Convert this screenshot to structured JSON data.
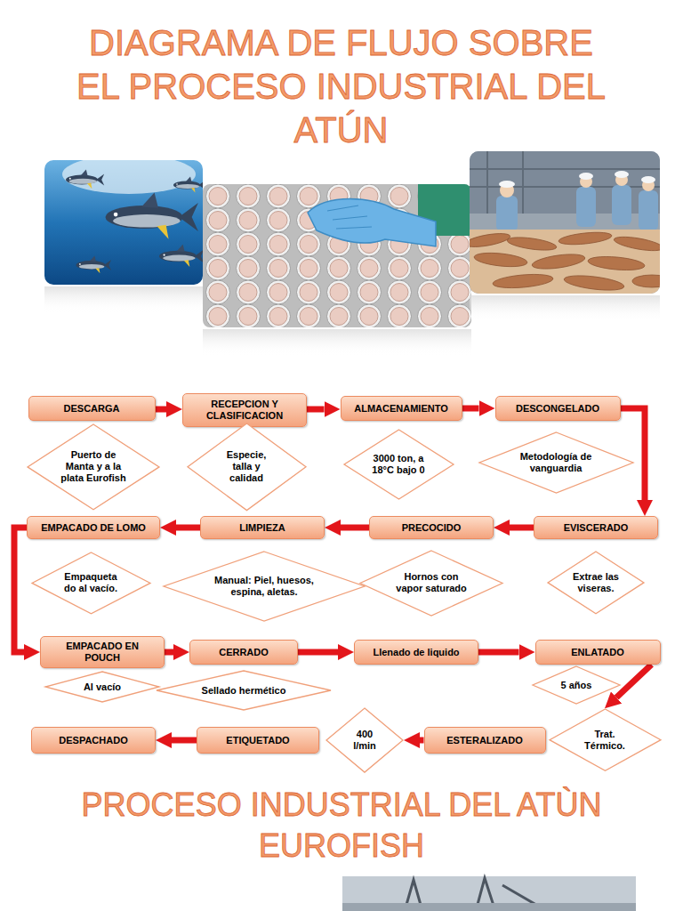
{
  "diagram": {
    "title": "DIAGRAMA DE FLUJO SOBRE EL PROCESO INDUSTRIAL DEL ATÚN",
    "nodes": [
      {
        "text": [
          "DESCARGA"
        ]
      },
      {
        "text": [
          "RECEPCION Y CLASIFICACION"
        ]
      },
      {
        "text": [
          "ALMACENAMIENTO"
        ]
      },
      {
        "text": [
          "DESCONGELADO"
        ]
      },
      {
        "text": [
          "Puerto de Manta y a la plata Eurofish"
        ]
      },
      {
        "text": [
          "Especie, talla y calidad"
        ]
      },
      {
        "text": [
          "3000 ton, a 18°C bajo 0"
        ]
      },
      {
        "text": [
          "Metodología de vanguardia"
        ]
      },
      {
        "text": [
          "EMPACADO DE LOMO"
        ]
      },
      {
        "text": [
          "LIMPIEZA"
        ]
      },
      {
        "text": [
          "PRECOCIDO"
        ]
      },
      {
        "text": [
          "EVISCERADO"
        ]
      },
      {
        "text": [
          "Empaqueta do al vacío."
        ]
      },
      {
        "text": [
          "Manual: Piel, huesos, espina, aletas."
        ]
      },
      {
        "text": [
          "Hornos con vapor saturado"
        ]
      },
      {
        "text": [
          "Extrae las viseras."
        ]
      },
      {
        "text": [
          "EMPACADO EN POUCH"
        ]
      },
      {
        "text": [
          "CERRADO"
        ]
      },
      {
        "text": [
          "Llenado de liquido"
        ]
      },
      {
        "text": [
          "ENLATADO"
        ]
      },
      {
        "text": [
          "Al vacío"
        ]
      },
      {
        "text": [
          "Sellado hermético"
        ]
      },
      {
        "text": [
          "5 años"
        ]
      },
      {
        "text": [
          "DESPACHADO"
        ]
      },
      {
        "text": [
          "ETIQUETADO"
        ]
      },
      {
        "text": [
          "400 l/min"
        ]
      },
      {
        "text": [
          "ESTERALIZADO"
        ]
      },
      {
        "text": [
          "Trat. Térmico."
        ]
      }
    ],
    "edges": [
      {
        "from": 0,
        "to": 1,
        "arrow": "to"
      },
      {
        "from": 1,
        "to": 2,
        "arrow": "to"
      },
      {
        "from": 2,
        "to": 3,
        "arrow": "to"
      },
      {
        "from": 3,
        "to": 11,
        "arrow": "to"
      },
      {
        "from": 11,
        "to": 10,
        "arrow": "to"
      },
      {
        "from": 10,
        "to": 9,
        "arrow": "to"
      },
      {
        "from": 9,
        "to": 8,
        "arrow": "to"
      },
      {
        "from": 8,
        "to": 16,
        "arrow": "to"
      },
      {
        "from": 16,
        "to": 17,
        "arrow": "to"
      },
      {
        "from": 17,
        "to": 18,
        "arrow": "to"
      },
      {
        "from": 18,
        "to": 19,
        "arrow": "to"
      },
      {
        "from": 19,
        "to": 27,
        "arrow": "to"
      },
      {
        "from": 26,
        "to": 25,
        "arrow": "to"
      },
      {
        "from": 24,
        "to": 23,
        "arrow": "to"
      }
    ],
    "labels": [
      "PROCESO INDUSTRIAL DEL ATÙN EUROFISH"
    ]
  }
}
